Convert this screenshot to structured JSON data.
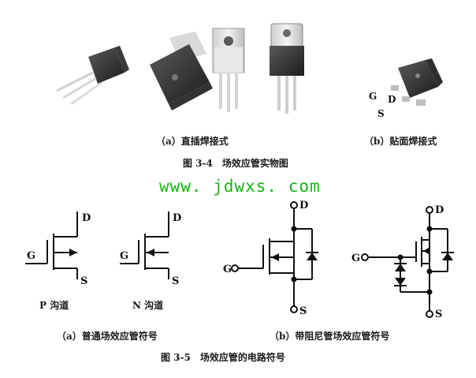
{
  "photos": {
    "label_g": "G",
    "label_d": "D",
    "label_s": "S"
  },
  "captions": {
    "photo_a": "（a）直插焊接式",
    "photo_b": "（b）贴面焊接式",
    "figure_3_4": "图 3-4　场效应管实物图",
    "watermark": "www. jdwxs. com",
    "p_channel": "P 沟道",
    "n_channel": "N 沟道",
    "symbols_a": "（a）普通场效应管符号",
    "symbols_b": "（b）带阻尼管场效应管符号",
    "figure_3_5": "图 3-5　场效应管的电路符号"
  },
  "symbols": {
    "terminal_g": "G",
    "terminal_d": "D",
    "terminal_s": "S"
  },
  "colors": {
    "watermark": "#16b416",
    "ink": "#1a1a1a"
  }
}
